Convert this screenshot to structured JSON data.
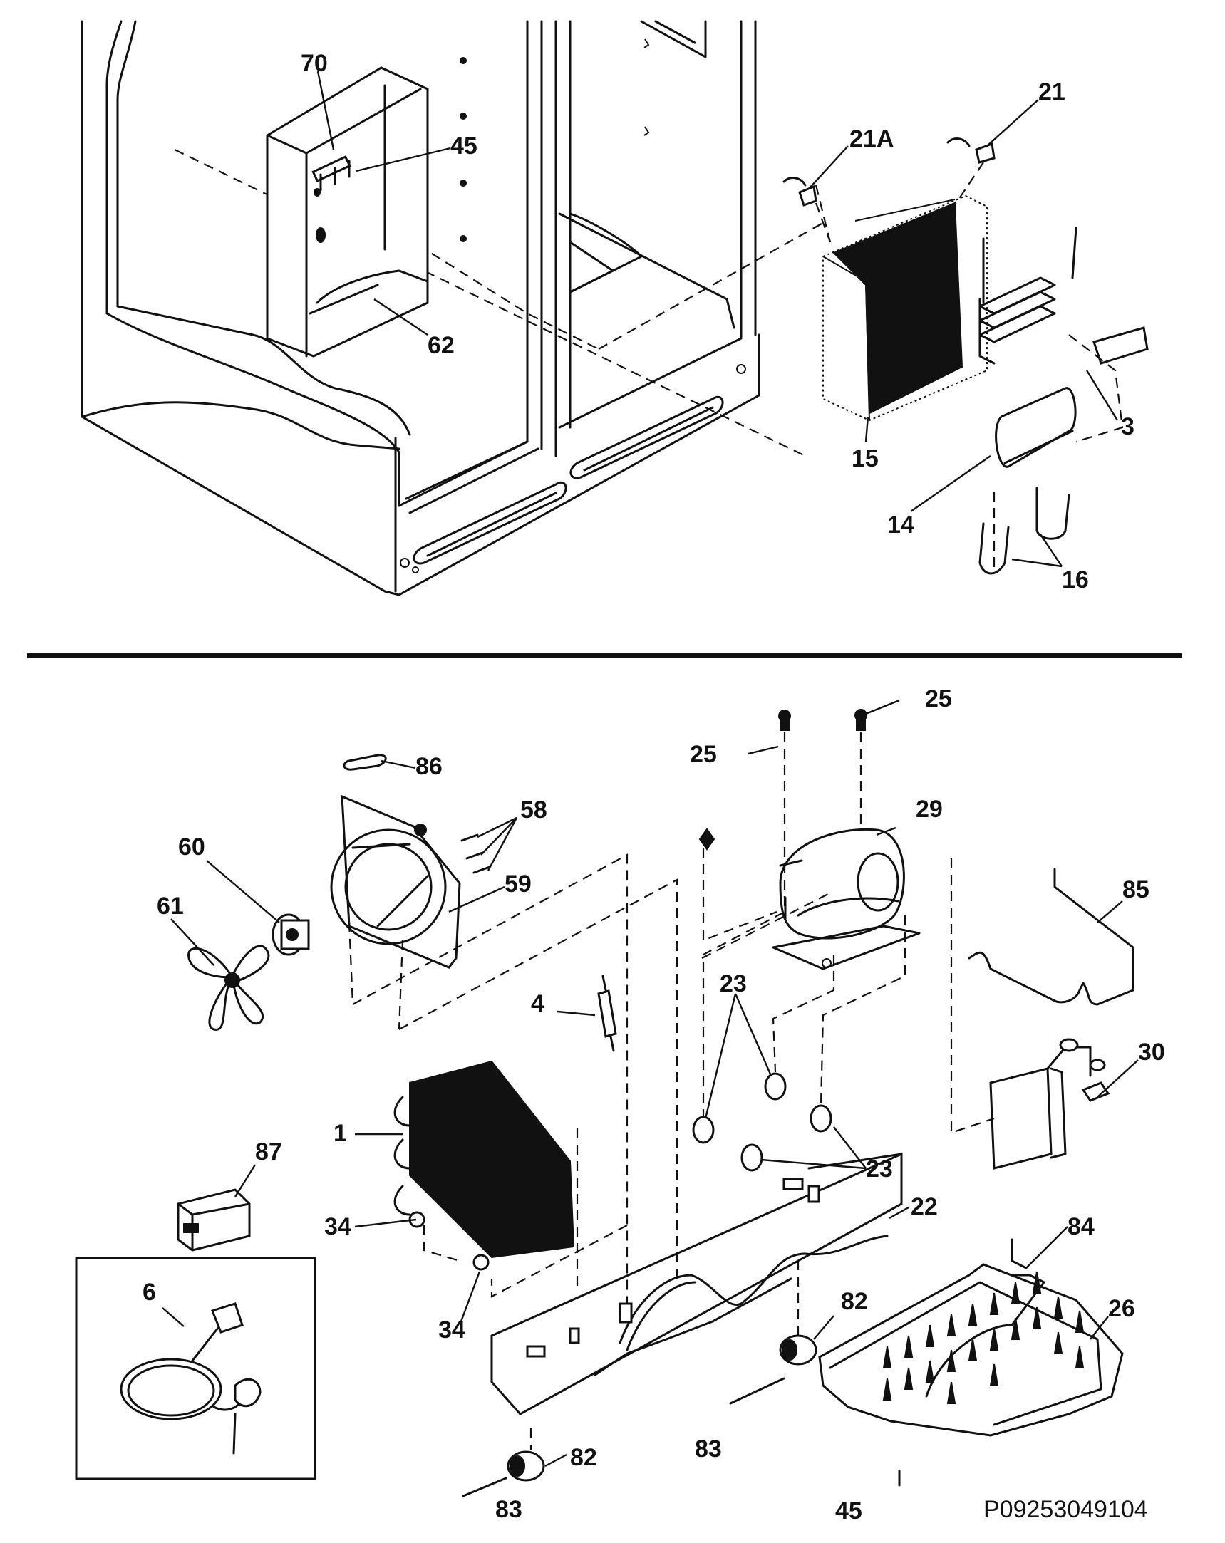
{
  "document_code": "P09253049104",
  "upper_view": {
    "labels": [
      "70",
      "45",
      "62",
      "21A",
      "21",
      "15",
      "3",
      "14",
      "16"
    ]
  },
  "lower_view": {
    "labels": [
      "86",
      "58",
      "59",
      "60",
      "61",
      "25",
      "25",
      "29",
      "85",
      "4",
      "23",
      "30",
      "1",
      "23",
      "87",
      "22",
      "34",
      "84",
      "34",
      "6",
      "26",
      "82",
      "83",
      "82",
      "83",
      "45"
    ]
  },
  "inset_box": {
    "part_label": "6"
  }
}
